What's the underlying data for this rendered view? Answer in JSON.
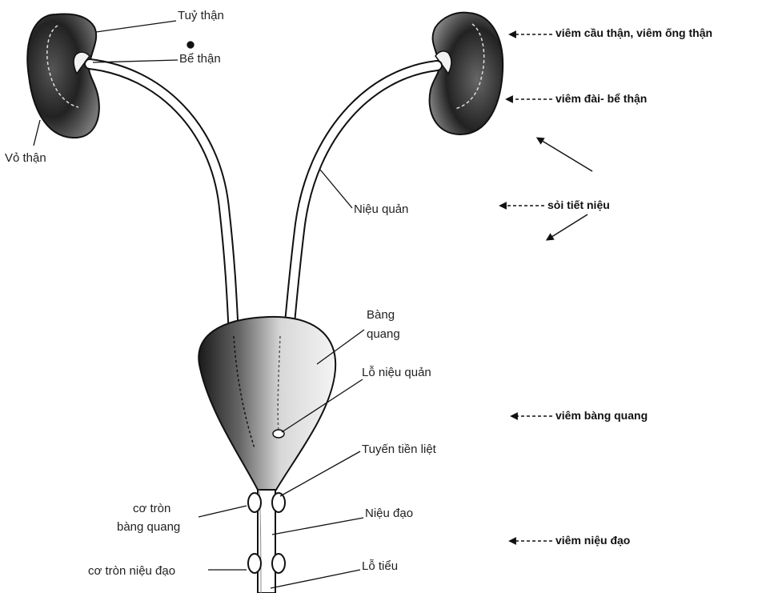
{
  "labels": {
    "tuy_than": "Tuỷ thận",
    "be_than": "Bể thận",
    "vo_than": "Vỏ thận",
    "nieu_quan": "Niệu quản",
    "bang_quang_1": "Bàng",
    "bang_quang_2": "quang",
    "lo_nieu_quan": "Lỗ niệu quản",
    "tuyen_tien_liet": "Tuyến tiền liệt",
    "co_tron_bq_1": "cơ tròn",
    "co_tron_bq_2": "bàng quang",
    "nieu_dao": "Niệu đạo",
    "co_tron_nieu_dao": "cơ tròn niệu đạo",
    "lo_tieu": "Lỗ tiểu"
  },
  "conditions": {
    "cau_than": "viêm cầu thận, viêm ống thận",
    "dai_be_than": "viêm đài- bể thận",
    "soi": "sỏi tiết niệu",
    "bang_quang": "viêm bàng quang",
    "nieu_dao": "viêm niệu đạo"
  },
  "colors": {
    "ink": "#1a1a1a",
    "shade": "#2a2a2a",
    "paper": "#ffffff"
  }
}
